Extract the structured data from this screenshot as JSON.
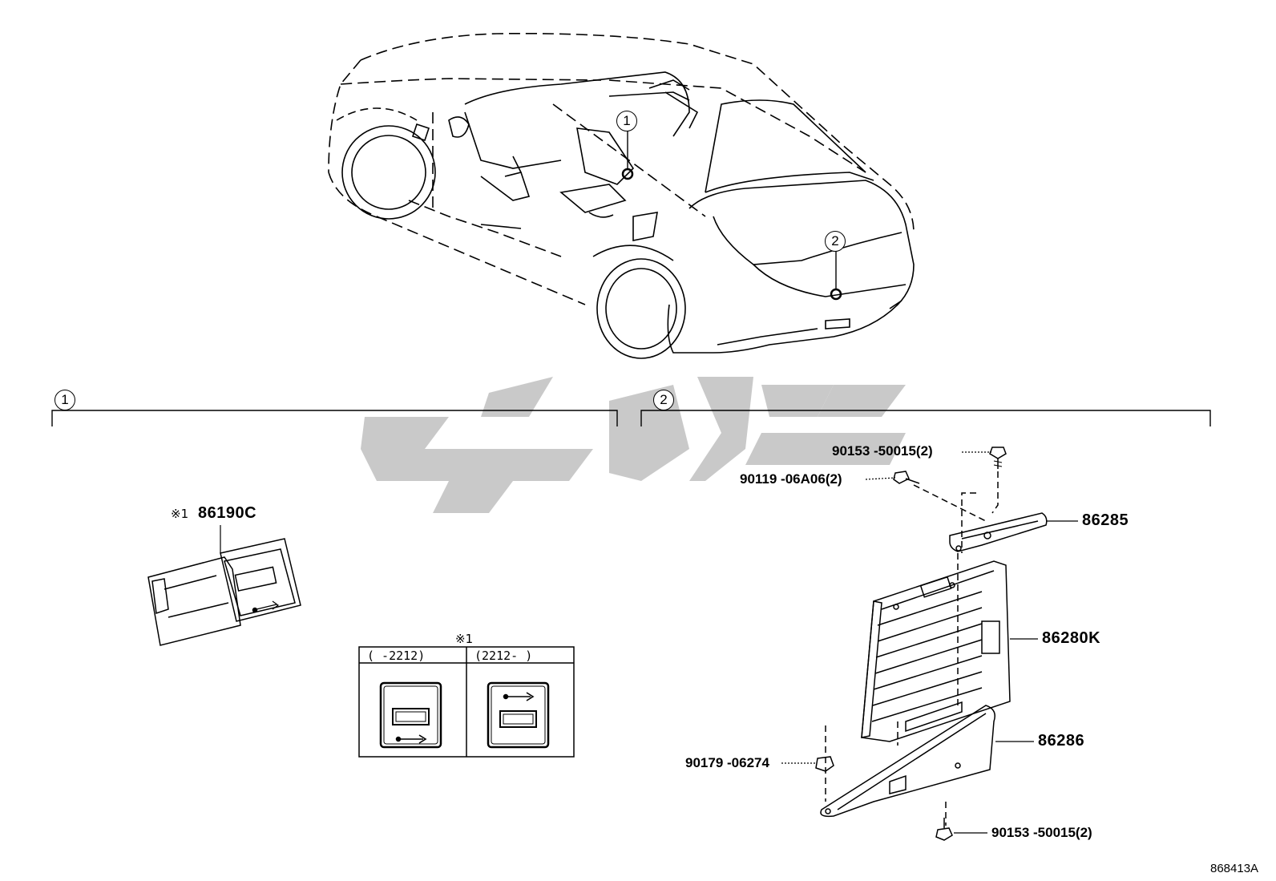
{
  "callouts": {
    "c1": "1",
    "c2": "2"
  },
  "sections": {
    "left_marker": "1",
    "right_marker": "2"
  },
  "parts": {
    "p86190C": {
      "note": "※1",
      "number": "86190C"
    },
    "p90153_top": "90153 -50015(2)",
    "p90119": "90119 -06A06(2)",
    "p86285": "86285",
    "p86280K": "86280K",
    "p86286": "86286",
    "p90179": "90179 -06274",
    "p90153_bottom": "90153 -50015(2)"
  },
  "variant_table": {
    "note": "※1",
    "col1": "(      -2212)",
    "col2": "(2212-      )"
  },
  "figure_code": "868413A"
}
